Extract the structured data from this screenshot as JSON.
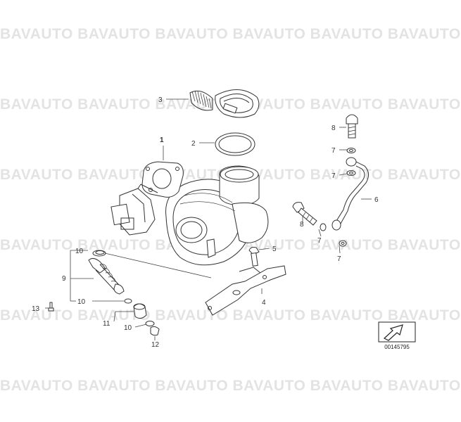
{
  "watermark": {
    "rows": [
      "BAVAUTO BAVAUTO BAVAUTO BAVAUTO BAVAUTO BAVAUTO",
      "BAVAUTO BAVAUTO BAVAUTO BAVAUTO BAVAUTO BAVAUTO",
      "BAVAUTO BAVAUTO BAVAUTO BAVAUTO BAVAUTO BAVAUTO",
      "BAVAUTO BAVAUTO BAVAUTO BAVAUTO BAVAUTO BAVAUTO",
      "BAVAUTO BAVAUTO BAVAUTO BAVAUTO BAVAUTO BAVAUTO",
      "BAVAUTO BAVAUTO BAVAUTO BAVAUTO BAVAUTO BAVAUTO"
    ]
  },
  "callouts": {
    "c1": "1",
    "c2": "2",
    "c3": "3",
    "c4": "4",
    "c5": "5",
    "c6": "6",
    "c7a": "7",
    "c7b": "7",
    "c7c": "7",
    "c7d": "7",
    "c8a": "8",
    "c8b": "8",
    "c9": "9",
    "c10a": "10",
    "c10b": "10",
    "c10c": "10",
    "c11": "11",
    "c12": "12",
    "c13": "13"
  },
  "diagram_id": "00145795"
}
